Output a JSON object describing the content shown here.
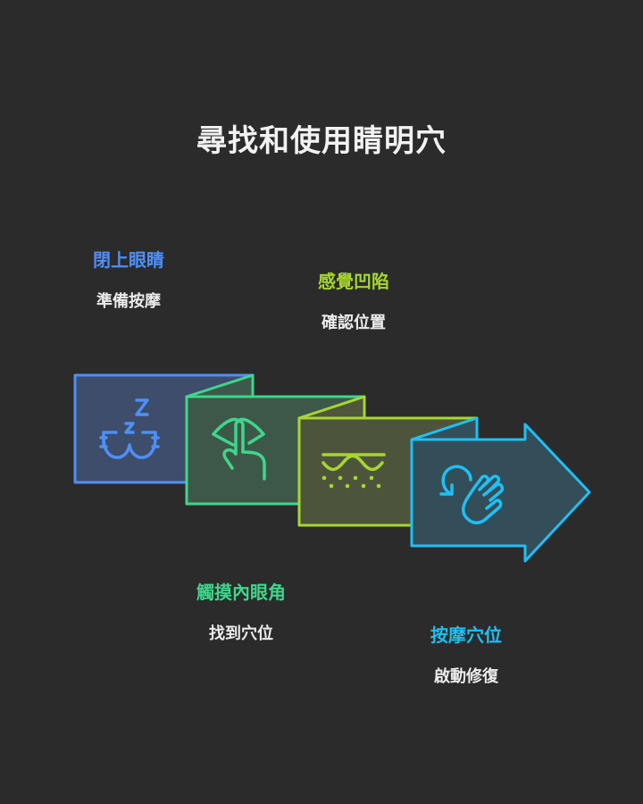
{
  "title": "尋找和使用睛明穴",
  "steps": [
    {
      "title": "閉上眼睛",
      "desc": "準備按摩",
      "color": "#4f8ff7",
      "icon": "sleeping-eyes-icon"
    },
    {
      "title": "觸摸內眼角",
      "desc": "找到穴位",
      "color": "#3fd68a",
      "icon": "finger-on-lips-icon"
    },
    {
      "title": "感覺凹陷",
      "desc": "確認位置",
      "color": "#a6d630",
      "icon": "skin-layers-icon"
    },
    {
      "title": "按摩穴位",
      "desc": "啟動修復",
      "color": "#1ec0f5",
      "icon": "hand-rotate-icon"
    }
  ]
}
